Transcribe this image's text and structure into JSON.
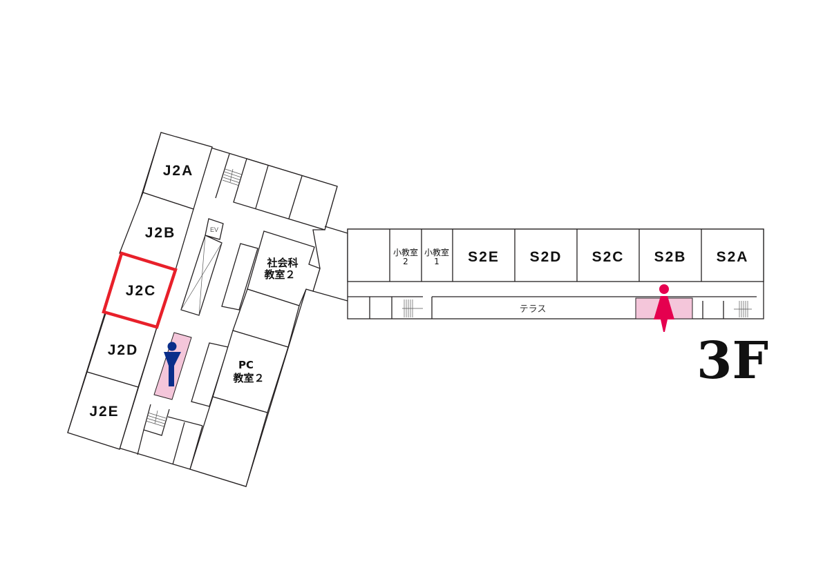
{
  "floor_label": "3F",
  "left_wing": {
    "rooms": [
      "J2A",
      "J2B",
      "J2C",
      "J2D",
      "J2E"
    ],
    "selected_room": "J2C",
    "social_room": {
      "line1": "社会科",
      "line2": "教室２"
    },
    "pc_room": {
      "line1": "PC",
      "line2": "教室２"
    },
    "elevator": "EV"
  },
  "right_wing": {
    "small_room_2": {
      "line1": "小教室",
      "line2": "2"
    },
    "small_room_1": {
      "line1": "小教室",
      "line2": "1"
    },
    "rooms": [
      "S2E",
      "S2D",
      "S2C",
      "S2B",
      "S2A"
    ],
    "terrace": "テラス"
  },
  "colors": {
    "highlight": "#e8202a",
    "restroom_fill": "#f4c6da",
    "male_icon": "#0a2e8a",
    "female_icon": "#e5004f"
  }
}
